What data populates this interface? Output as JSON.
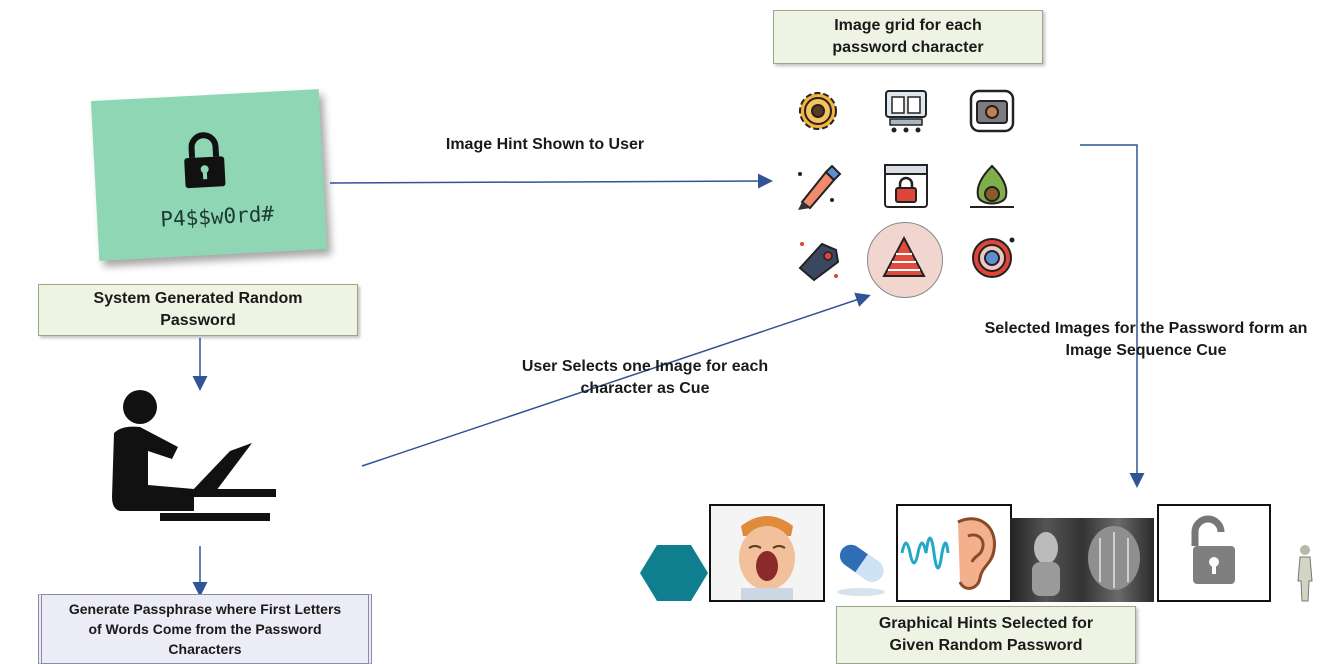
{
  "note": {
    "password": "P4$$w0rd#"
  },
  "boxes": {
    "system_generated": "System Generated Random Password",
    "image_grid_title": "Image grid for each password character",
    "passphrase": "Generate Passphrase where First Letters of Words Come from the Password Characters",
    "graphical_hints": "Graphical Hints Selected for Given Random Password"
  },
  "labels": {
    "image_hint": "Image Hint Shown to User",
    "user_selects": "User Selects one Image for each character as Cue",
    "selected_images": "Selected Images for the Password form an  Image Sequence Cue"
  },
  "grid_icons": [
    "gear-icon",
    "book-device-icon",
    "camera-icon",
    "pen-icon",
    "locked-window-icon",
    "avocado-icon",
    "tag-icon",
    "pyramid-icon",
    "target-icon"
  ],
  "sequence_images": [
    "hexagon",
    "yawning-child-photo",
    "capsule-pill",
    "ear-soundwave",
    "xray-images",
    "unlocked-padlock",
    "figure-statue"
  ],
  "colors": {
    "arrow": "#2f5597",
    "note": "#8fd6b4",
    "hexagon": "#0f7e8e"
  }
}
